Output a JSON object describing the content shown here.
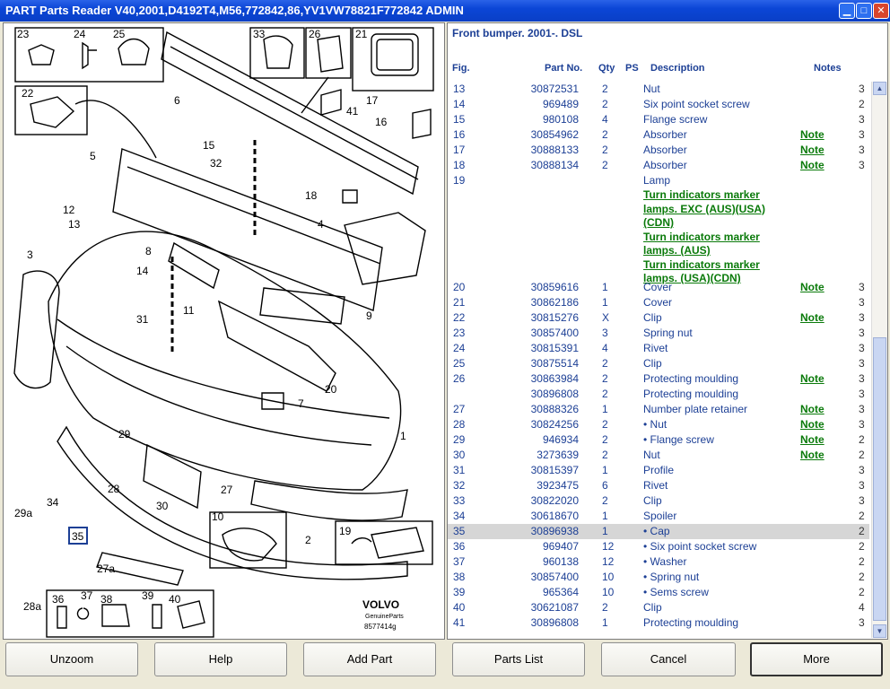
{
  "window": {
    "title": "PART Parts Reader V40,2001,D4192T4,M56,772842,86,YV1VW78821F772842 ADMIN"
  },
  "diagram": {
    "logo_brand": "VOLVO",
    "logo_sub": "GenuineParts",
    "drawing_no": "8577414g",
    "callouts": [
      "1",
      "2",
      "3",
      "4",
      "5",
      "6",
      "7",
      "8",
      "9",
      "10",
      "11",
      "12",
      "13",
      "14",
      "15",
      "16",
      "17",
      "18",
      "19",
      "20",
      "21",
      "22",
      "23",
      "24",
      "25",
      "26",
      "27",
      "27a",
      "28",
      "28a",
      "29",
      "29a",
      "30",
      "31",
      "32",
      "33",
      "34",
      "35",
      "36",
      "37",
      "38",
      "39",
      "40",
      "41"
    ]
  },
  "list": {
    "title": "Front bumper. 2001-. DSL",
    "headers": {
      "fig": "Fig.",
      "part": "Part No.",
      "qty": "Qty",
      "ps": "PS",
      "desc": "Description",
      "notes": "Notes"
    },
    "rows_top": [
      {
        "fig": "13",
        "part": "30872531",
        "qty": "2",
        "desc": "Nut",
        "note": "",
        "x": "3"
      },
      {
        "fig": "14",
        "part": "969489",
        "qty": "2",
        "desc": "Six point socket screw",
        "note": "",
        "x": "2"
      },
      {
        "fig": "15",
        "part": "980108",
        "qty": "4",
        "desc": "Flange screw",
        "note": "",
        "x": "3"
      },
      {
        "fig": "16",
        "part": "30854962",
        "qty": "2",
        "desc": "Absorber",
        "note": "Note",
        "x": "3"
      },
      {
        "fig": "17",
        "part": "30888133",
        "qty": "2",
        "desc": "Absorber",
        "note": "Note",
        "x": "3"
      },
      {
        "fig": "18",
        "part": "30888134",
        "qty": "2",
        "desc": "Absorber",
        "note": "Note",
        "x": "3"
      }
    ],
    "lamp": {
      "fig": "19",
      "desc": "Lamp",
      "links": [
        "Turn indicators marker",
        "lamps. EXC (AUS)(USA)",
        "(CDN)",
        "Turn indicators marker",
        "lamps. (AUS)",
        "Turn indicators marker",
        "lamps. (USA)(CDN)"
      ]
    },
    "rows_bottom": [
      {
        "fig": "20",
        "part": "30859616",
        "qty": "1",
        "desc": "Cover",
        "note": "Note",
        "x": "3"
      },
      {
        "fig": "21",
        "part": "30862186",
        "qty": "1",
        "desc": "Cover",
        "note": "",
        "x": "3"
      },
      {
        "fig": "22",
        "part": "30815276",
        "qty": "X",
        "desc": "Clip",
        "note": "Note",
        "x": "3"
      },
      {
        "fig": "23",
        "part": "30857400",
        "qty": "3",
        "desc": "Spring nut",
        "note": "",
        "x": "3"
      },
      {
        "fig": "24",
        "part": "30815391",
        "qty": "4",
        "desc": "Rivet",
        "note": "",
        "x": "3"
      },
      {
        "fig": "25",
        "part": "30875514",
        "qty": "2",
        "desc": "Clip",
        "note": "",
        "x": "3"
      },
      {
        "fig": "26",
        "part": "30863984",
        "qty": "2",
        "desc": "Protecting moulding",
        "note": "Note",
        "x": "3"
      },
      {
        "fig": "",
        "part": "30896808",
        "qty": "2",
        "desc": "Protecting moulding",
        "note": "",
        "x": "3"
      },
      {
        "fig": "27",
        "part": "30888326",
        "qty": "1",
        "desc": "Number plate retainer",
        "note": "Note",
        "x": "3"
      },
      {
        "fig": "28",
        "part": "30824256",
        "qty": "2",
        "desc": "• Nut",
        "note": "Note",
        "x": "3"
      },
      {
        "fig": "29",
        "part": "946934",
        "qty": "2",
        "desc": "• Flange screw",
        "note": "Note",
        "x": "2"
      },
      {
        "fig": "30",
        "part": "3273639",
        "qty": "2",
        "desc": "Nut",
        "note": "Note",
        "x": "2"
      },
      {
        "fig": "31",
        "part": "30815397",
        "qty": "1",
        "desc": "Profile",
        "note": "",
        "x": "3"
      },
      {
        "fig": "32",
        "part": "3923475",
        "qty": "6",
        "desc": "Rivet",
        "note": "",
        "x": "3"
      },
      {
        "fig": "33",
        "part": "30822020",
        "qty": "2",
        "desc": "Clip",
        "note": "",
        "x": "3"
      },
      {
        "fig": "34",
        "part": "30618670",
        "qty": "1",
        "desc": "Spoiler",
        "note": "",
        "x": "2"
      },
      {
        "fig": "35",
        "part": "30896938",
        "qty": "1",
        "desc": "• Cap",
        "note": "",
        "x": "2",
        "selected": true
      },
      {
        "fig": "36",
        "part": "969407",
        "qty": "12",
        "desc": "• Six point socket screw",
        "note": "",
        "x": "2"
      },
      {
        "fig": "37",
        "part": "960138",
        "qty": "12",
        "desc": "• Washer",
        "note": "",
        "x": "2"
      },
      {
        "fig": "38",
        "part": "30857400",
        "qty": "10",
        "desc": "• Spring nut",
        "note": "",
        "x": "2"
      },
      {
        "fig": "39",
        "part": "965364",
        "qty": "10",
        "desc": "• Sems screw",
        "note": "",
        "x": "2"
      },
      {
        "fig": "40",
        "part": "30621087",
        "qty": "2",
        "desc": "Clip",
        "note": "",
        "x": "4"
      },
      {
        "fig": "41",
        "part": "30896808",
        "qty": "1",
        "desc": "Protecting moulding",
        "note": "",
        "x": "3"
      }
    ]
  },
  "buttons": {
    "unzoom": "Unzoom",
    "help": "Help",
    "add_part": "Add Part",
    "parts_list": "Parts List",
    "cancel": "Cancel",
    "more": "More"
  }
}
